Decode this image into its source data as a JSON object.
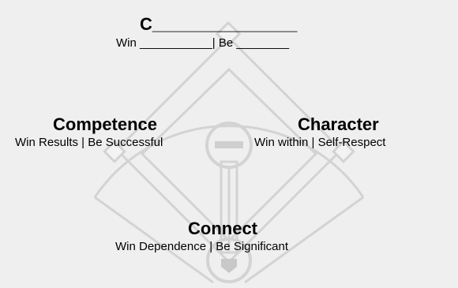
{
  "diagram": {
    "top": {
      "title": "C_______________",
      "subtitle": "Win ___________| Be ________"
    },
    "left": {
      "title": "Competence",
      "subtitle": "Win Results  |  Be Successful"
    },
    "right": {
      "title": "Character",
      "subtitle": "Win within  |  Self-Respect"
    },
    "bottom": {
      "title": "Connect",
      "subtitle": "Win Dependence |  Be Significant"
    }
  },
  "colors": {
    "background": "#efefef",
    "field_line": "#d3d3d3",
    "base_fill": "#f3f3f3",
    "pitcher_mound": "#cfcfcf",
    "home_plate": "#c8c8c8"
  }
}
